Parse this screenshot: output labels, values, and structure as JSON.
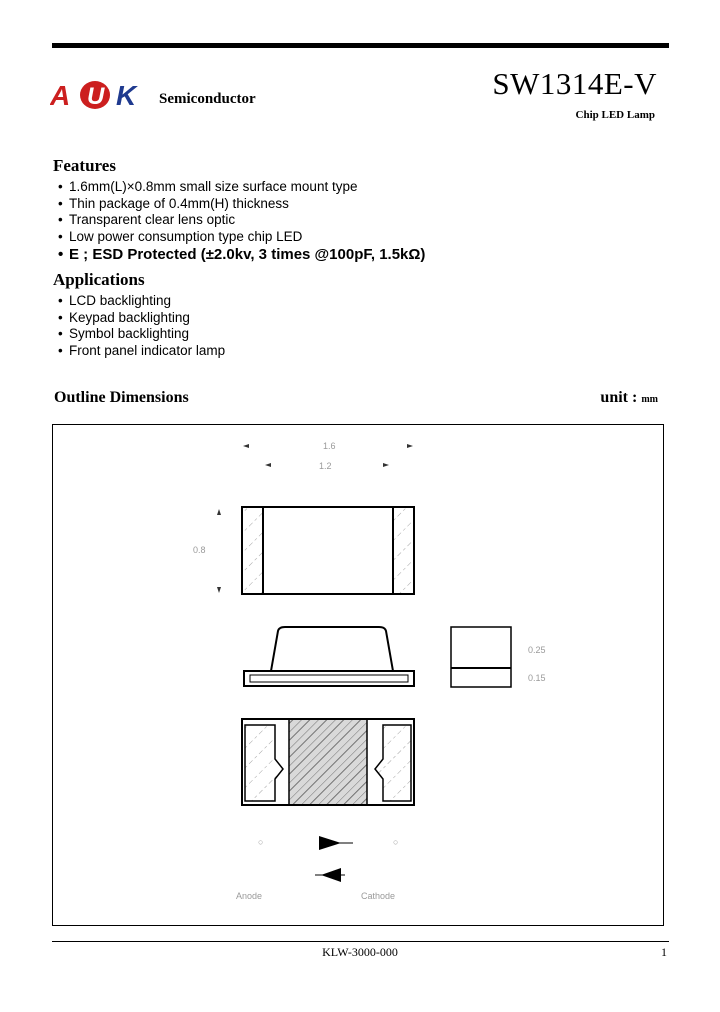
{
  "header": {
    "logo_letters": [
      "A",
      "U",
      "K"
    ],
    "company": "Semiconductor",
    "part_number": "SW1314E-V",
    "subtitle": "Chip LED Lamp"
  },
  "features": {
    "title": "Features",
    "items": [
      "1.6mm(L)×0.8mm small size surface mount type",
      "Thin package of 0.4mm(H) thickness",
      "Transparent clear lens optic",
      "Low power consumption type chip LED",
      "E ; ESD Protected (±2.0kv, 3 times @100pF, 1.5kΩ)"
    ]
  },
  "applications": {
    "title": "Applications",
    "items": [
      "LCD backlighting",
      "Keypad backlighting",
      "Symbol backlighting",
      "Front panel indicator lamp"
    ]
  },
  "outline": {
    "title": "Outline Dimensions",
    "unit_label": "unit :",
    "unit_value": "mm",
    "dimensions": {
      "length": "1.6",
      "inner_length": "1.2",
      "width": "0.8",
      "lens_height": "0.25",
      "base_height": "0.15"
    },
    "polarity": {
      "anode": "Anode",
      "cathode": "Cathode"
    }
  },
  "footer": {
    "doc_code": "KLW-3000-000",
    "page": "1"
  }
}
